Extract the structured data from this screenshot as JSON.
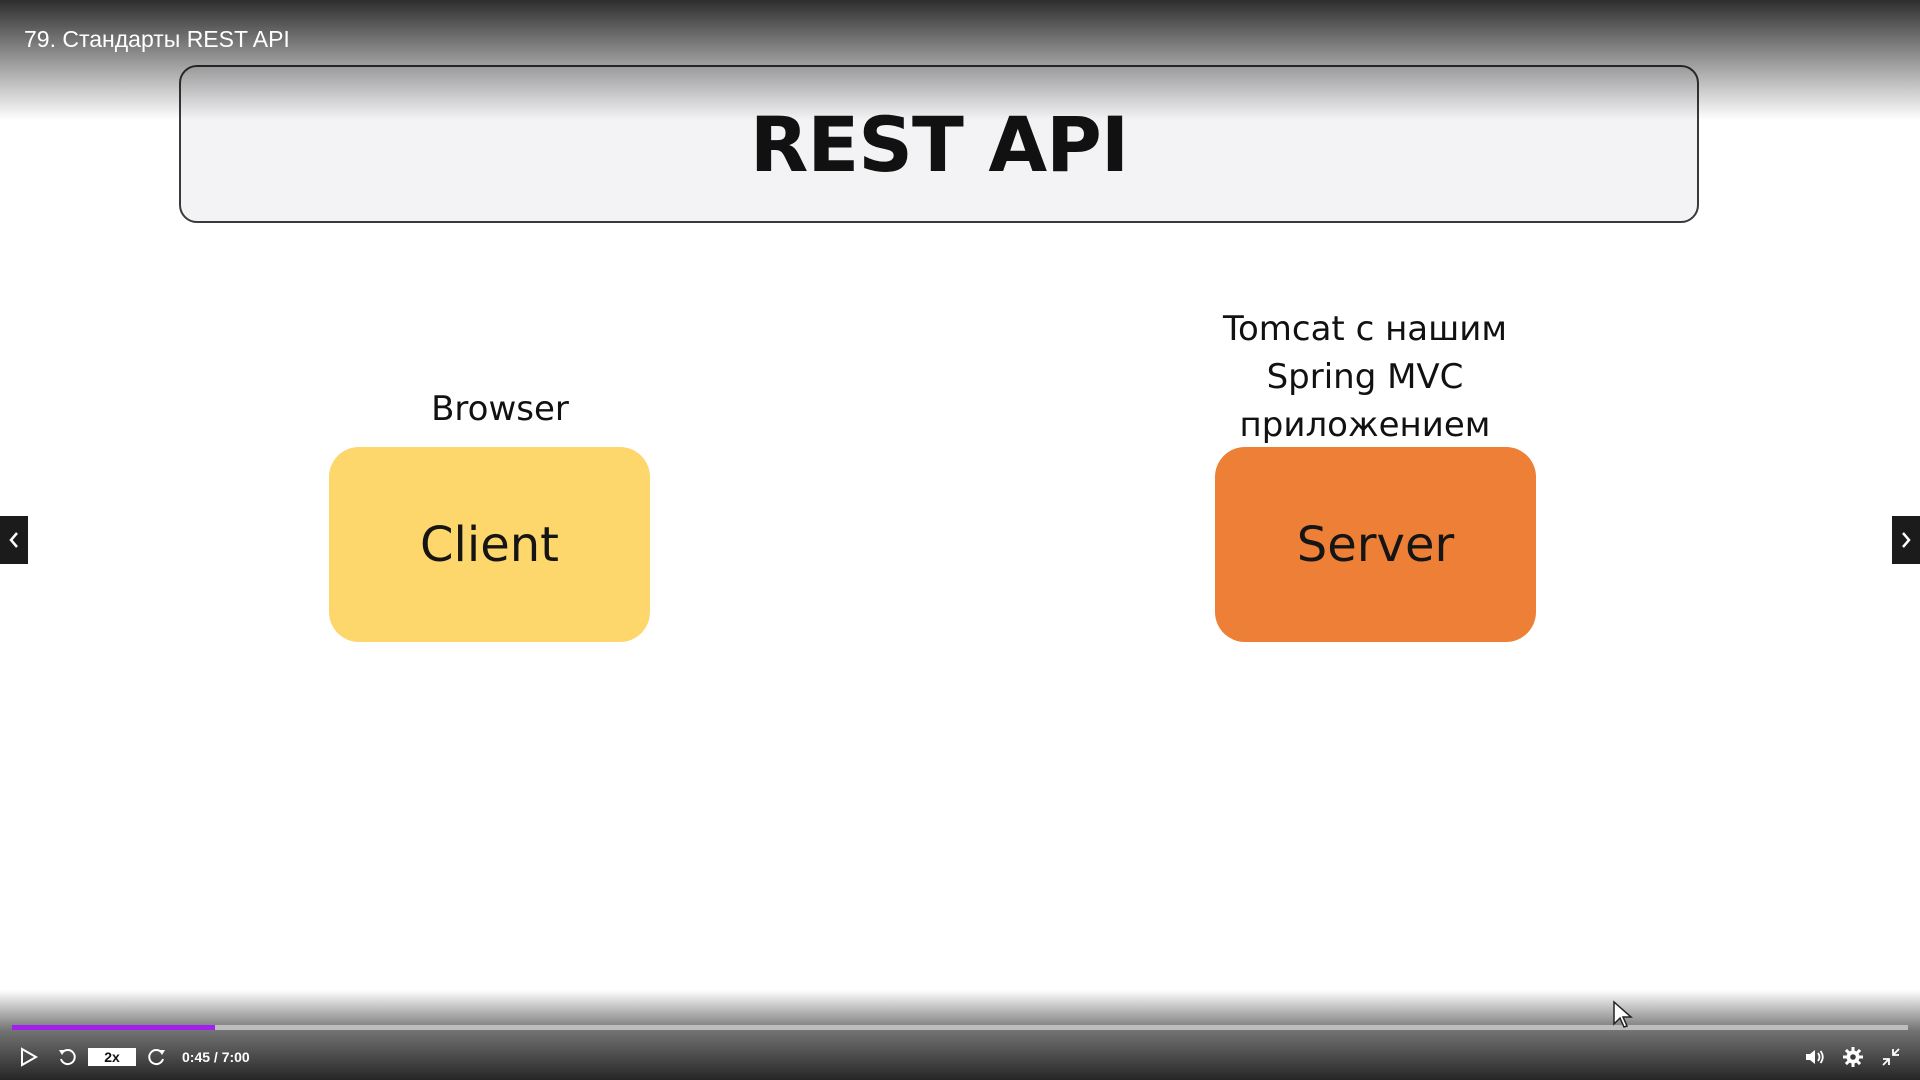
{
  "video": {
    "title": "79. Стандарты REST API"
  },
  "slide": {
    "title": "REST API",
    "client": {
      "caption": "Browser",
      "label": "Client",
      "color": "#fdd76b"
    },
    "server": {
      "caption_lines": [
        "Tomcat с нашим",
        "Spring MVC",
        "приложением"
      ],
      "label": "Server",
      "color": "#ee7f36"
    }
  },
  "player": {
    "speed": "2x",
    "time": "0:45 / 7:00",
    "progress_fraction": 0.107,
    "progress_color": "#a020f0",
    "icons": {
      "play": "play-icon",
      "rewind": "rewind-icon",
      "forward": "forward-icon",
      "volume": "volume-icon",
      "settings": "gear-icon",
      "exit_fullscreen": "exit-fullscreen-icon",
      "prev": "chevron-left-icon",
      "next": "chevron-right-icon"
    }
  }
}
